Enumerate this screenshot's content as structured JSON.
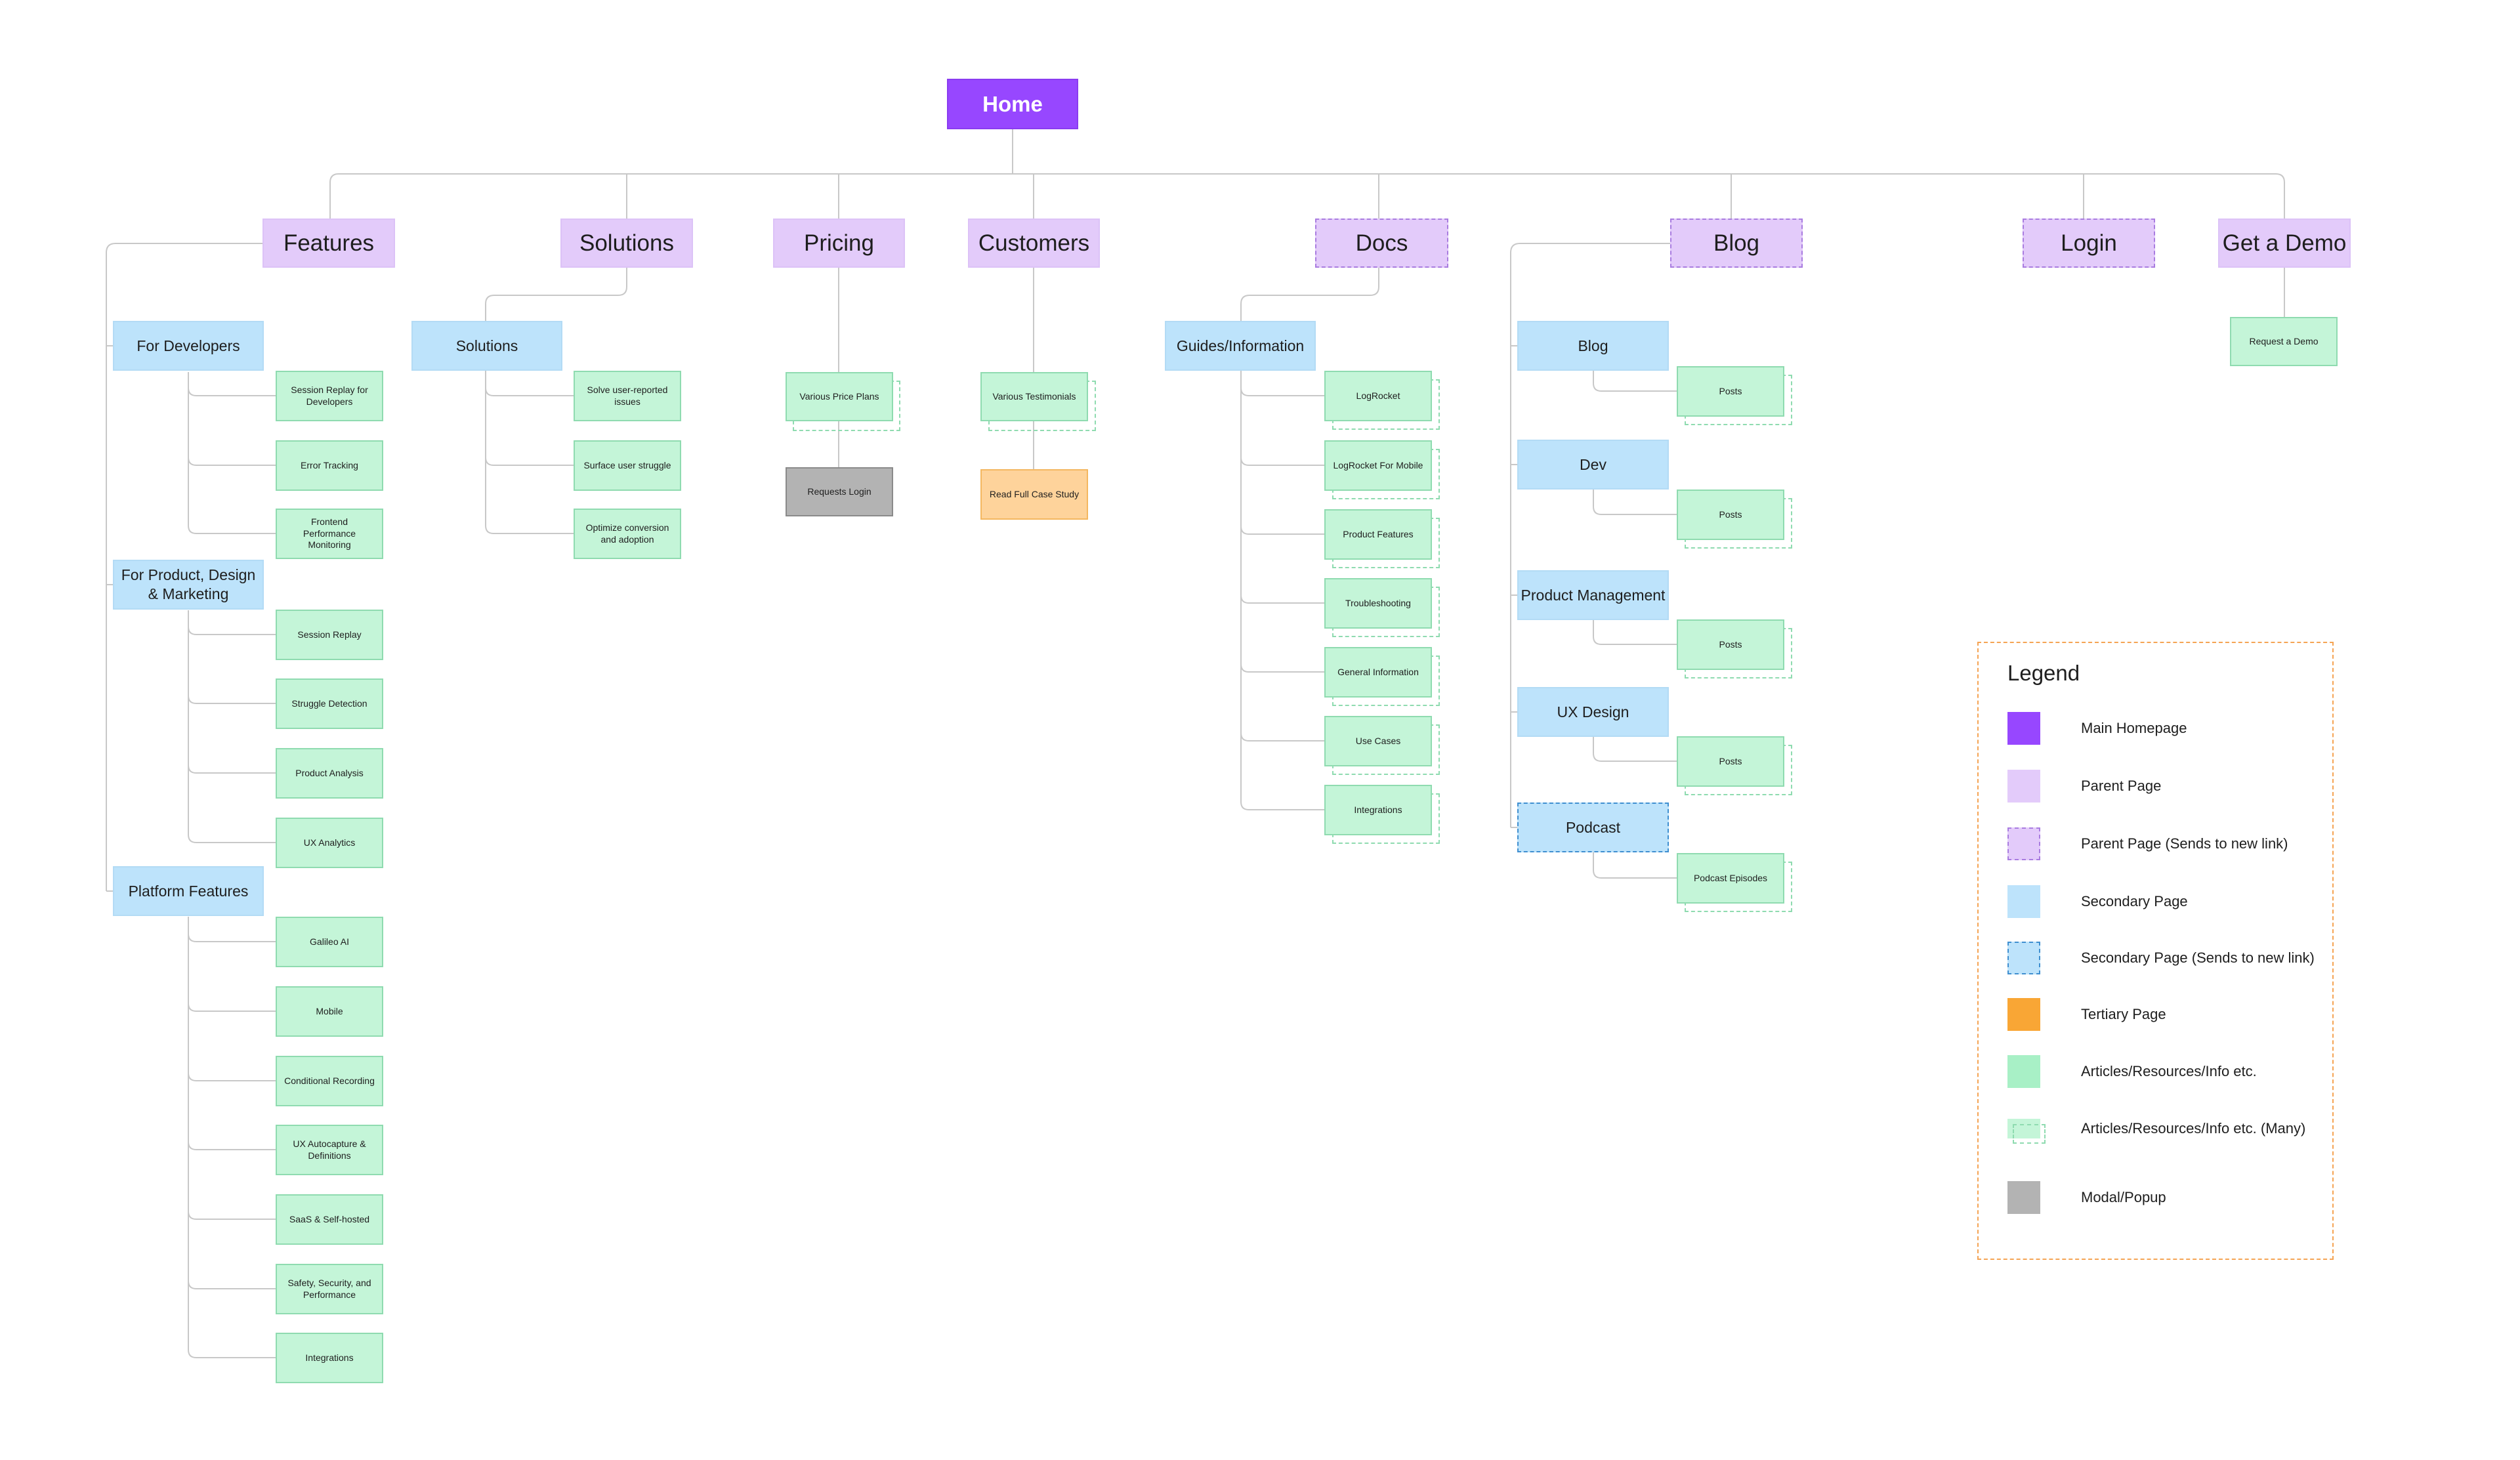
{
  "home": {
    "label": "Home"
  },
  "parents": {
    "features": "Features",
    "solutions": "Solutions",
    "pricing": "Pricing",
    "customers": "Customers",
    "docs": "Docs",
    "blog": "Blog",
    "login": "Login",
    "get_a_demo": "Get a Demo"
  },
  "features": {
    "for_developers": {
      "label": "For Developers",
      "items": [
        "Session Replay for Developers",
        "Error Tracking",
        "Frontend Performance Monitoring"
      ]
    },
    "for_product": {
      "label": "For Product, Design & Marketing",
      "items": [
        "Session Replay",
        "Struggle Detection",
        "Product Analysis",
        "UX Analytics"
      ]
    },
    "platform": {
      "label": "Platform Features",
      "items": [
        "Galileo AI",
        "Mobile",
        "Conditional Recording",
        "UX Autocapture & Definitions",
        "SaaS & Self-hosted",
        "Safety, Security, and Performance",
        "Integrations"
      ]
    }
  },
  "solutions": {
    "label": "Solutions",
    "items": [
      "Solve user-reported issues",
      "Surface user struggle",
      "Optimize conversion and adoption"
    ]
  },
  "pricing": {
    "plans": "Various Price Plans",
    "modal": "Requests Login"
  },
  "customers": {
    "testimonials": "Various Testimonials",
    "case_study": "Read Full Case Study"
  },
  "docs": {
    "label": "Guides/Information",
    "items": [
      "LogRocket",
      "LogRocket For Mobile",
      "Product Features",
      "Troubleshooting",
      "General Information",
      "Use Cases",
      "Integrations"
    ]
  },
  "blog": {
    "sections": [
      {
        "label": "Blog",
        "child": "Posts"
      },
      {
        "label": "Dev",
        "child": "Posts"
      },
      {
        "label": "Product Management",
        "child": "Posts"
      },
      {
        "label": "UX Design",
        "child": "Posts"
      },
      {
        "label": "Podcast",
        "child": "Podcast Episodes"
      }
    ]
  },
  "demo": {
    "request": "Request a Demo"
  },
  "legend": {
    "title": "Legend",
    "items": [
      {
        "label": "Main Homepage",
        "swatch": "main"
      },
      {
        "label": "Parent Page",
        "swatch": "parent"
      },
      {
        "label": "Parent Page (Sends to new link)",
        "swatch": "parent-link"
      },
      {
        "label": "Secondary Page",
        "swatch": "secondary"
      },
      {
        "label": "Secondary Page (Sends to new link)",
        "swatch": "secondary-link"
      },
      {
        "label": "Tertiary Page",
        "swatch": "tertiary"
      },
      {
        "label": "Articles/Resources/Info etc.",
        "swatch": "article"
      },
      {
        "label": "Articles/Resources/Info etc. (Many)",
        "swatch": "many"
      },
      {
        "label": "Modal/Popup",
        "swatch": "modal"
      }
    ]
  },
  "colors": {
    "main": "#9747ff",
    "parent": "#e3cbfa",
    "secondary": "#bde3fb",
    "tertiary": "#f9a635",
    "article": "#c4f5d8",
    "modal": "#b3b3b3",
    "connector": "#c8c8c8",
    "legend_border": "#f5a454"
  }
}
